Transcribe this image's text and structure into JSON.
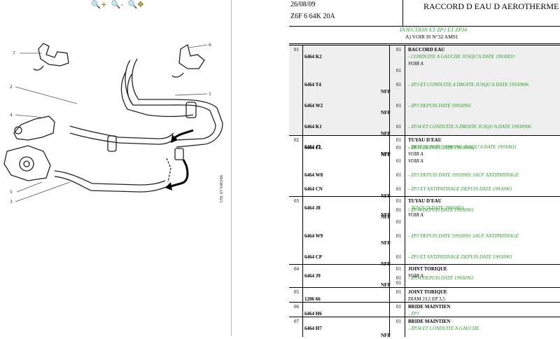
{
  "toolbar": {
    "zoom_in_icon": "magnifier-plus-icon",
    "zoom_out_icon": "magnifier-minus-icon",
    "pan_icon": "magnifier-pan-icon"
  },
  "diagram": {
    "callouts": [
      "7",
      "6",
      "2",
      "1",
      "4",
      "3",
      "5"
    ],
    "vertical_code": "7/91 67 64K28A",
    "accent_color": "#000000"
  },
  "header": {
    "date": "26/08/09",
    "code": "Z6F 6 64K 20A",
    "title": "RACCORD D EAU D AEROTHERME"
  },
  "subheader": {
    "green": "INJECTION ET ZPJ ET ZPJ4",
    "note": "A) VOIR IS N°32 AM91"
  },
  "colors": {
    "green": "#2b9a2b"
  },
  "sections": [
    {
      "num": "01",
      "rows": [
        {
          "ref": "6464 K2",
          "nfp": "",
          "qty": "01",
          "lines": [
            {
              "t": "RACCORD EAU",
              "s": "hd"
            },
            {
              "t": "- CONDUITE A GAUCHE JUSQU'A DATE 19930831",
              "s": "g"
            },
            {
              "t": "VOIR A",
              "s": "k"
            }
          ]
        },
        {
          "ref": "",
          "nfp": "",
          "qty": "01",
          "lines": []
        },
        {
          "ref": "6464 T4",
          "nfp": "NFP",
          "qty": "01",
          "lines": [
            {
              "t": "- ZPJ ET CONDUITE A DROITE JUSQU'A DATE 19930906",
              "s": "g"
            }
          ]
        },
        {
          "ref": "6464 W2",
          "nfp": "NFP",
          "qty": "01",
          "lines": [
            {
              "t": "- ZPJ DEPUIS DATE 19930901",
              "s": "g"
            }
          ]
        },
        {
          "ref": "6464 K1",
          "nfp": "NFP",
          "qty": "01",
          "lines": [
            {
              "t": "- ZPJ4 ET CONDUITE A DROITE JUSQU'A DATE 19930906",
              "s": "g"
            }
          ]
        },
        {
          "ref": "6464 CL",
          "nfp": "NFP",
          "qty": "01",
          "lines": [
            {
              "t": "- ZPJ4 DEPUIS DATE 19930906",
              "s": "g"
            }
          ]
        }
      ]
    },
    {
      "num": "02",
      "rows": [
        {
          "ref": "6464 J7",
          "nfp": "NFP",
          "qty": "01",
          "lines": [
            {
              "t": "TUYAU D'EAU",
              "s": "hd"
            },
            {
              "t": "- DEPUIS DATE 19900701 JUSQU'A DATE 19930831",
              "s": "g"
            },
            {
              "t": "VOIR A",
              "s": "k"
            }
          ]
        },
        {
          "ref": "",
          "nfp": "",
          "qty": "01",
          "lines": [
            {
              "t": "VOIR A",
              "s": "k"
            }
          ]
        },
        {
          "ref": "6464 W8",
          "nfp": "",
          "qty": "01",
          "lines": [
            {
              "t": "- ZPJ DEPUIS DATE 19930901 SAUF ANTIPATINAGE",
              "s": "g"
            }
          ]
        },
        {
          "ref": "6464 CN",
          "nfp": "NFP",
          "qty": "01",
          "lines": [
            {
              "t": "- ZPJ ET ANTIPATINAGE DEPUIS DATE 19930901",
              "s": "g"
            }
          ]
        },
        {
          "ref": "",
          "nfp": "NFP",
          "qty": "01",
          "lines": [
            {
              "t": "- ZPJ4 DEPUIS DATE 19930901",
              "s": "g"
            }
          ]
        }
      ]
    },
    {
      "num": "03",
      "rows": [
        {
          "ref": "6464 J8",
          "nfp": "NFP",
          "qty": "01",
          "lines": [
            {
              "t": "TUYAU D'EAU",
              "s": "hd"
            },
            {
              "t": "- JUSQU'A DATE 19930831",
              "s": "g"
            },
            {
              "t": "VOIR A",
              "s": "k"
            }
          ]
        },
        {
          "ref": "",
          "nfp": "",
          "qty": "01",
          "lines": []
        },
        {
          "ref": "6464 W9",
          "nfp": "NFP",
          "qty": "01",
          "lines": [
            {
              "t": "- ZPJ DEPUIS DATE 19930901 SAUF ANTIPATINAGE",
              "s": "g"
            }
          ]
        },
        {
          "ref": "6464 CP",
          "nfp": "NFP",
          "qty": "01",
          "lines": [
            {
              "t": "- ZPJ ET ANTIPATINAGE DEPUIS DATE 19930901",
              "s": "g"
            }
          ]
        },
        {
          "ref": "",
          "nfp": "NFP",
          "qty": "01",
          "lines": [
            {
              "t": "- ZPJ4 DEPUIS DATE 19930901",
              "s": "g"
            }
          ]
        }
      ]
    },
    {
      "num": "04",
      "rows": [
        {
          "ref": "6464 J9",
          "nfp": "",
          "qty": "01",
          "lines": [
            {
              "t": "JOINT TORIQUE",
              "s": "hd"
            },
            {
              "t": "VOIR A",
              "s": "k"
            }
          ]
        },
        {
          "ref": "",
          "nfp": "",
          "qty": "01",
          "lines": []
        }
      ]
    },
    {
      "num": "05",
      "rows": [
        {
          "ref": "1206 66",
          "nfp": "",
          "qty": "01",
          "lines": [
            {
              "t": "JOINT TORIQUE",
              "s": "hd"
            },
            {
              "t": "DIAM 23,5 EP 3,5",
              "s": "n"
            }
          ]
        }
      ]
    },
    {
      "num": "06",
      "rows": [
        {
          "ref": "6464 H6",
          "nfp": "",
          "qty": "01",
          "lines": [
            {
              "t": "BRIDE MAINTIEN",
              "s": "hd"
            },
            {
              "t": "- ZPJ",
              "s": "g"
            }
          ]
        }
      ]
    },
    {
      "num": "07",
      "rows": [
        {
          "ref": "6464 H7",
          "nfp": "NFP",
          "qty": "01",
          "lines": [
            {
              "t": "BRIDE MAINTIEN",
              "s": "hd"
            },
            {
              "t": "- ZPJ4 ET CONDUITE A GAUCHE",
              "s": "g"
            }
          ]
        }
      ]
    }
  ]
}
